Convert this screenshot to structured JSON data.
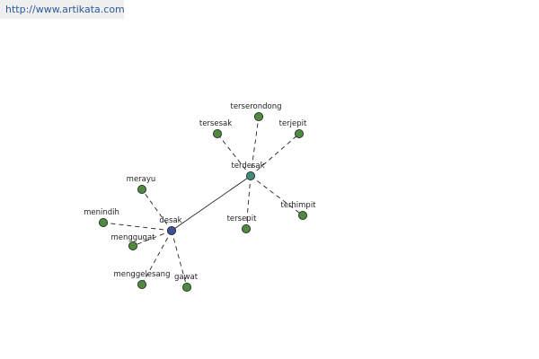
{
  "banner": {
    "url_text": "http://www.artikata.com"
  },
  "colors": {
    "leaf": "#4f8a3f",
    "hub_desak": "#3f4f9a",
    "hub_terdesak": "#3f8a7a",
    "edge": "#222222"
  },
  "graph": {
    "nodes": [
      {
        "id": "desak",
        "label": "desak",
        "kind": "hub_desak"
      },
      {
        "id": "terdesak",
        "label": "terdesak",
        "kind": "hub_terdesak"
      },
      {
        "id": "terserondong",
        "label": "terserondong",
        "kind": "leaf"
      },
      {
        "id": "tersesak",
        "label": "tersesak",
        "kind": "leaf"
      },
      {
        "id": "terjepit",
        "label": "terjepit",
        "kind": "leaf"
      },
      {
        "id": "tersepit",
        "label": "tersepit",
        "kind": "leaf"
      },
      {
        "id": "terhimpit",
        "label": "terhimpit",
        "kind": "leaf"
      },
      {
        "id": "merayu",
        "label": "merayu",
        "kind": "leaf"
      },
      {
        "id": "menindih",
        "label": "menindih",
        "kind": "leaf"
      },
      {
        "id": "menggugat",
        "label": "menggugat",
        "kind": "leaf"
      },
      {
        "id": "menggelesang",
        "label": "menggelesang",
        "kind": "leaf"
      },
      {
        "id": "gawat",
        "label": "gawat",
        "kind": "leaf"
      }
    ],
    "edges": [
      {
        "from": "desak",
        "to": "terdesak",
        "style": "solid"
      },
      {
        "from": "terdesak",
        "to": "terserondong",
        "style": "dashed"
      },
      {
        "from": "terdesak",
        "to": "tersesak",
        "style": "dashed"
      },
      {
        "from": "terdesak",
        "to": "terjepit",
        "style": "dashed"
      },
      {
        "from": "terdesak",
        "to": "tersepit",
        "style": "dashed"
      },
      {
        "from": "terdesak",
        "to": "terhimpit",
        "style": "dashed"
      },
      {
        "from": "desak",
        "to": "merayu",
        "style": "dashed"
      },
      {
        "from": "desak",
        "to": "menindih",
        "style": "dashed"
      },
      {
        "from": "desak",
        "to": "menggugat",
        "style": "dashed"
      },
      {
        "from": "desak",
        "to": "menggelesang",
        "style": "dashed"
      },
      {
        "from": "desak",
        "to": "gawat",
        "style": "dashed"
      }
    ]
  }
}
